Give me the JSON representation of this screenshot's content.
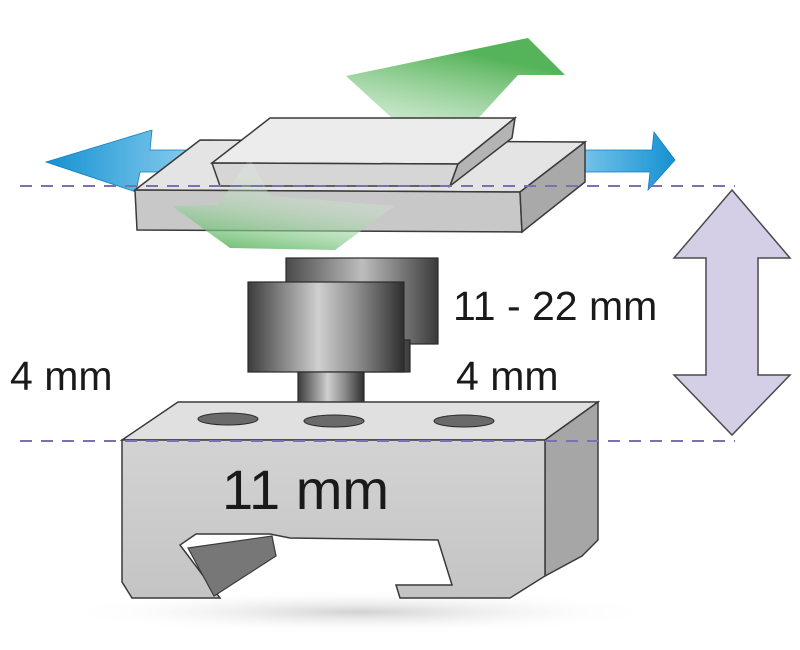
{
  "labels": {
    "height_range": "11 - 22 mm",
    "left_measure": "4 mm",
    "right_measure": "4 mm",
    "base_measure": "11 mm"
  },
  "colors": {
    "blue_arrow": "#1e9bd7",
    "green_arrow": "#5fb564",
    "dimension_arrow": "#d4cee6",
    "dashed_line": "#7a72b0",
    "metal_light": "#e2e2e2",
    "metal_mid": "#c9c9c9",
    "metal_dark": "#8a8a8a",
    "outline": "#3a3a3a"
  },
  "icons": {
    "lateral_adjust": "double-horizontal-arrow",
    "depth_adjust": "double-diagonal-arrow",
    "height_range": "double-vertical-arrow"
  }
}
